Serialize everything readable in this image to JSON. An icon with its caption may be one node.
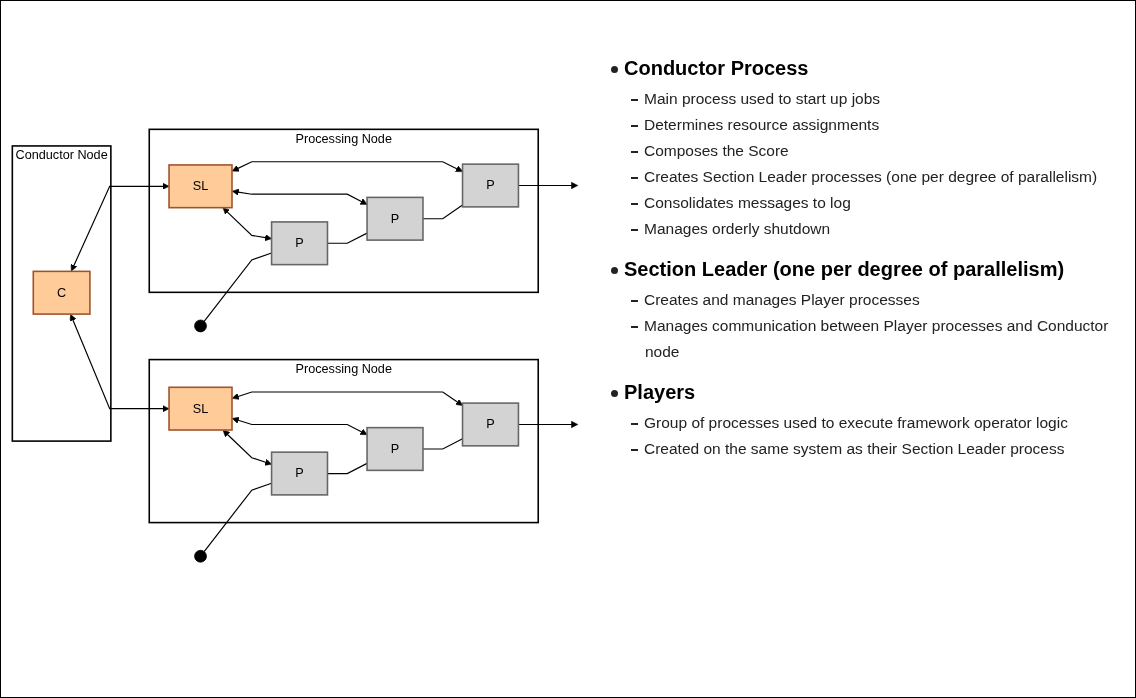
{
  "diagram": {
    "nodes": [
      {
        "text": [
          "Conductor Node"
        ]
      },
      {
        "text": [
          "C"
        ],
        "in": 0
      },
      {
        "text": [
          "Processing Node"
        ]
      },
      {
        "text": [
          "SL"
        ],
        "in": 2
      },
      {
        "text": [
          "P"
        ],
        "in": 2
      },
      {
        "text": [
          "P"
        ],
        "in": 2
      },
      {
        "text": [
          "P"
        ],
        "in": 2
      },
      {
        "text": [
          "Processing Node"
        ]
      },
      {
        "text": [
          "SL"
        ],
        "in": 7
      },
      {
        "text": [
          "P"
        ],
        "in": 7
      },
      {
        "text": [
          "P"
        ],
        "in": 7
      },
      {
        "text": [
          "P"
        ],
        "in": 7
      }
    ],
    "edges": [
      {
        "from": 1,
        "to": 3,
        "arrow": "both"
      },
      {
        "from": 1,
        "to": 8,
        "arrow": "both"
      },
      {
        "from": 3,
        "to": 4,
        "arrow": "both"
      },
      {
        "from": 3,
        "to": 5,
        "arrow": "both"
      },
      {
        "from": 3,
        "to": 6,
        "arrow": "both"
      },
      {
        "from": null,
        "to": 4,
        "arrow": "other"
      },
      {
        "from": 4,
        "to": 5,
        "arrow": "none"
      },
      {
        "from": 5,
        "to": 6,
        "arrow": "none"
      },
      {
        "from": 6,
        "to": null,
        "arrow": "to"
      },
      {
        "from": 8,
        "to": 9,
        "arrow": "both"
      },
      {
        "from": 8,
        "to": 10,
        "arrow": "both"
      },
      {
        "from": 8,
        "to": 11,
        "arrow": "both"
      },
      {
        "from": null,
        "to": 9,
        "arrow": "other"
      },
      {
        "from": 9,
        "to": 10,
        "arrow": "none"
      },
      {
        "from": 10,
        "to": 11,
        "arrow": "none"
      },
      {
        "from": 11,
        "to": null,
        "arrow": "to"
      }
    ],
    "labels": [
      "Conductor Process",
      "Main process used to start up jobs",
      "Determines resource assignments",
      "Composes the Score",
      "Creates Section Leader processes (one per degree of parallelism)",
      "Consolidates messages to log",
      "Manages orderly shutdown",
      "Section Leader (one per degree of parallelism)",
      "Creates and manages Player processes",
      "Manages communication between Player processes and Conductor node",
      "Players",
      "Group of processes used to execute framework operator logic",
      "Created on the same system as their Section Leader process"
    ]
  }
}
